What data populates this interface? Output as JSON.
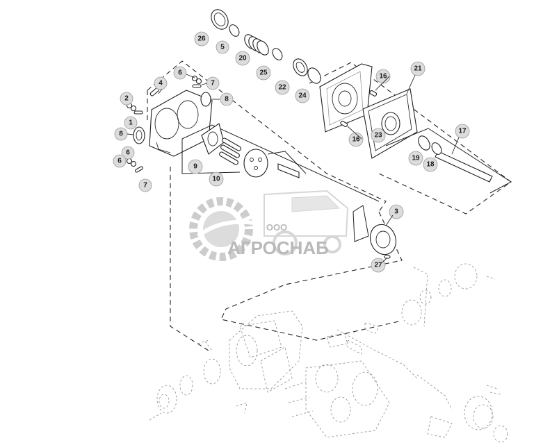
{
  "watermark": {
    "company_prefix": "ООО",
    "company_name": "АГРОСНАБ"
  },
  "callouts": {
    "c26": "26",
    "c5": "5",
    "c20": "20",
    "c25": "25",
    "c22": "22",
    "c24": "24",
    "c16a": "16",
    "c21": "21",
    "c4": "4",
    "c6a": "6",
    "c7a": "7",
    "c2": "2",
    "c8a": "8",
    "c8b": "8",
    "c1": "1",
    "c23": "23",
    "c16b": "16",
    "c17": "17",
    "c19": "19",
    "c18": "18",
    "c6b": "6",
    "c6c": "6",
    "c7b": "7",
    "c9": "9",
    "c10": "10",
    "c3": "3",
    "c27": "27"
  }
}
